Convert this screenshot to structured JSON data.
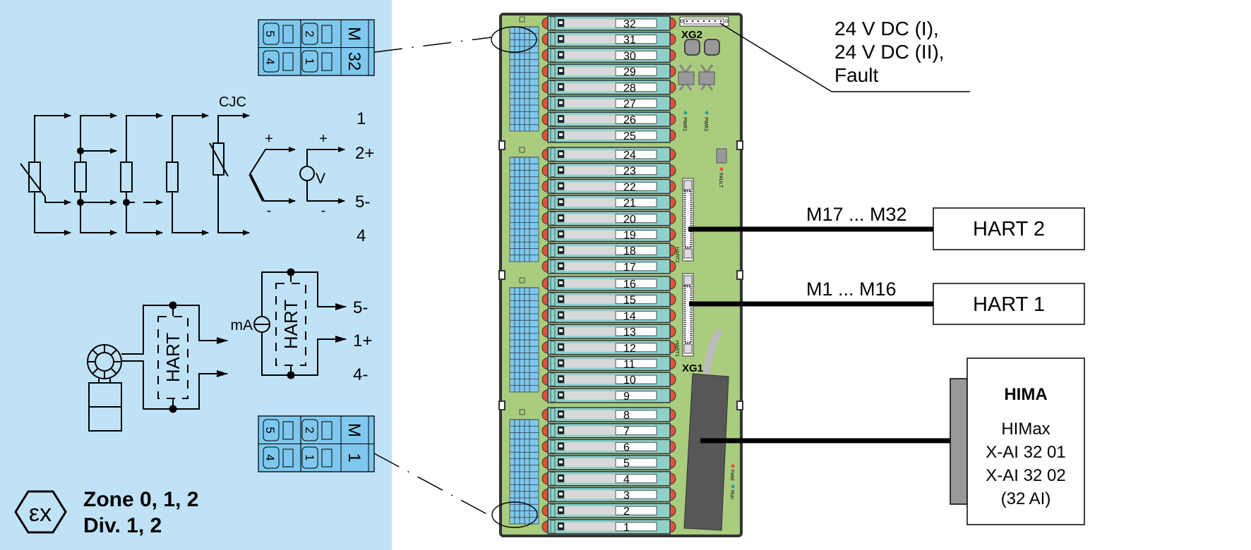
{
  "hazardous_area": {
    "background_color": "#bfe2f7",
    "terminal_top": {
      "cells_top": [
        "5",
        "2",
        "M"
      ],
      "cells_bottom": [
        "4",
        "1",
        "32"
      ]
    },
    "terminal_bottom": {
      "cells_top": [
        "5",
        "2",
        "M"
      ],
      "cells_bottom": [
        "4",
        "1",
        "1"
      ]
    },
    "sensor_circuit": {
      "cjc_label": "CJC",
      "terminal_labels": [
        "1",
        "2+",
        "5-",
        "4"
      ],
      "plus_label": "+",
      "minus_label": "-",
      "voltage_label": "V"
    },
    "hart_circuit": {
      "hart_label": "HART",
      "current_label": "mA",
      "terminal_labels": [
        "5-",
        "1+",
        "4-"
      ]
    },
    "ex_zone": {
      "ex_symbol": "εx",
      "zone_line": "Zone 0, 1, 2",
      "div_line": "Div. 1, 2"
    }
  },
  "board": {
    "green_color": "#a9cc7e",
    "slot_numbers": [
      "32",
      "31",
      "30",
      "29",
      "28",
      "27",
      "26",
      "25",
      "24",
      "23",
      "22",
      "21",
      "20",
      "19",
      "18",
      "17",
      "16",
      "15",
      "14",
      "13",
      "12",
      "11",
      "10",
      "9",
      "8",
      "7",
      "6",
      "5",
      "4",
      "3",
      "2",
      "1"
    ],
    "xg2_label": "XG2",
    "xg1_label": "XG1",
    "pwr1_label": "PWR1",
    "pwr2_label": "PWR2",
    "fault_label": "FAULT",
    "hart2_conn_label": "HART2",
    "hart1_conn_label": "HART1",
    "field_label": "Field",
    "run_label": "Run"
  },
  "callouts": {
    "power_lines": [
      "24 V DC (I),",
      "24 V DC (II),",
      "Fault"
    ],
    "hart2_range": "M17 ... M32",
    "hart1_range": "M1 ... M16"
  },
  "devices": {
    "hart2_box": "HART 2",
    "hart1_box": "HART 1",
    "hima_title": "HIMA",
    "hima_lines": [
      "HIMax",
      "X-AI 32 01",
      "X-AI 32 02",
      "(32 AI)"
    ]
  }
}
